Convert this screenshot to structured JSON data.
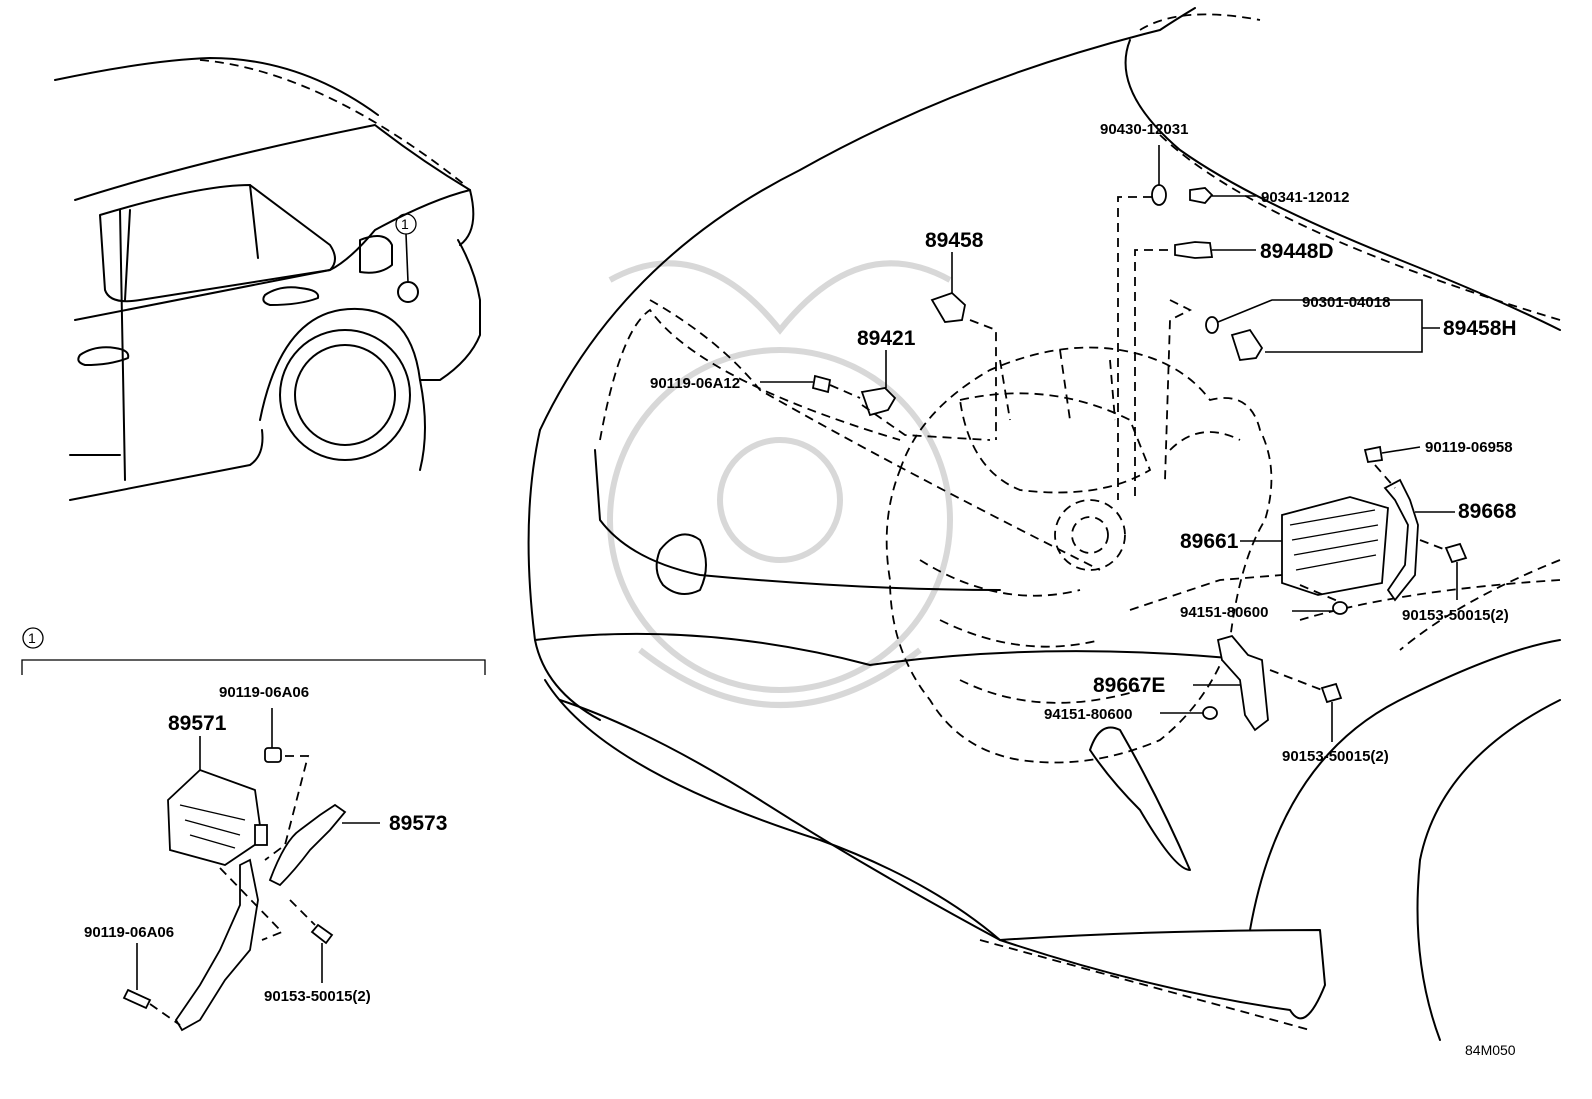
{
  "diagram_id": "84M050",
  "detail_marker": "1",
  "parts": {
    "p90430": "90430-12031",
    "p90341": "90341-12012",
    "p89448D": "89448D",
    "p89458": "89458",
    "p90301": "90301-04018",
    "p89458H": "89458H",
    "p89421": "89421",
    "p90119_06A12": "90119-06A12",
    "p90119_06958": "90119-06958",
    "p89668": "89668",
    "p89661": "89661",
    "p90153_a": "90153-50015(2)",
    "p94151_a": "94151-80600",
    "p89667E": "89667E",
    "p94151_b": "94151-80600",
    "p90153_b": "90153-50015(2)",
    "p90119_06A06_a": "90119-06A06",
    "p89571": "89571",
    "p89573": "89573",
    "p90119_06A06_b": "90119-06A06",
    "p90153_c": "90153-50015(2)"
  }
}
